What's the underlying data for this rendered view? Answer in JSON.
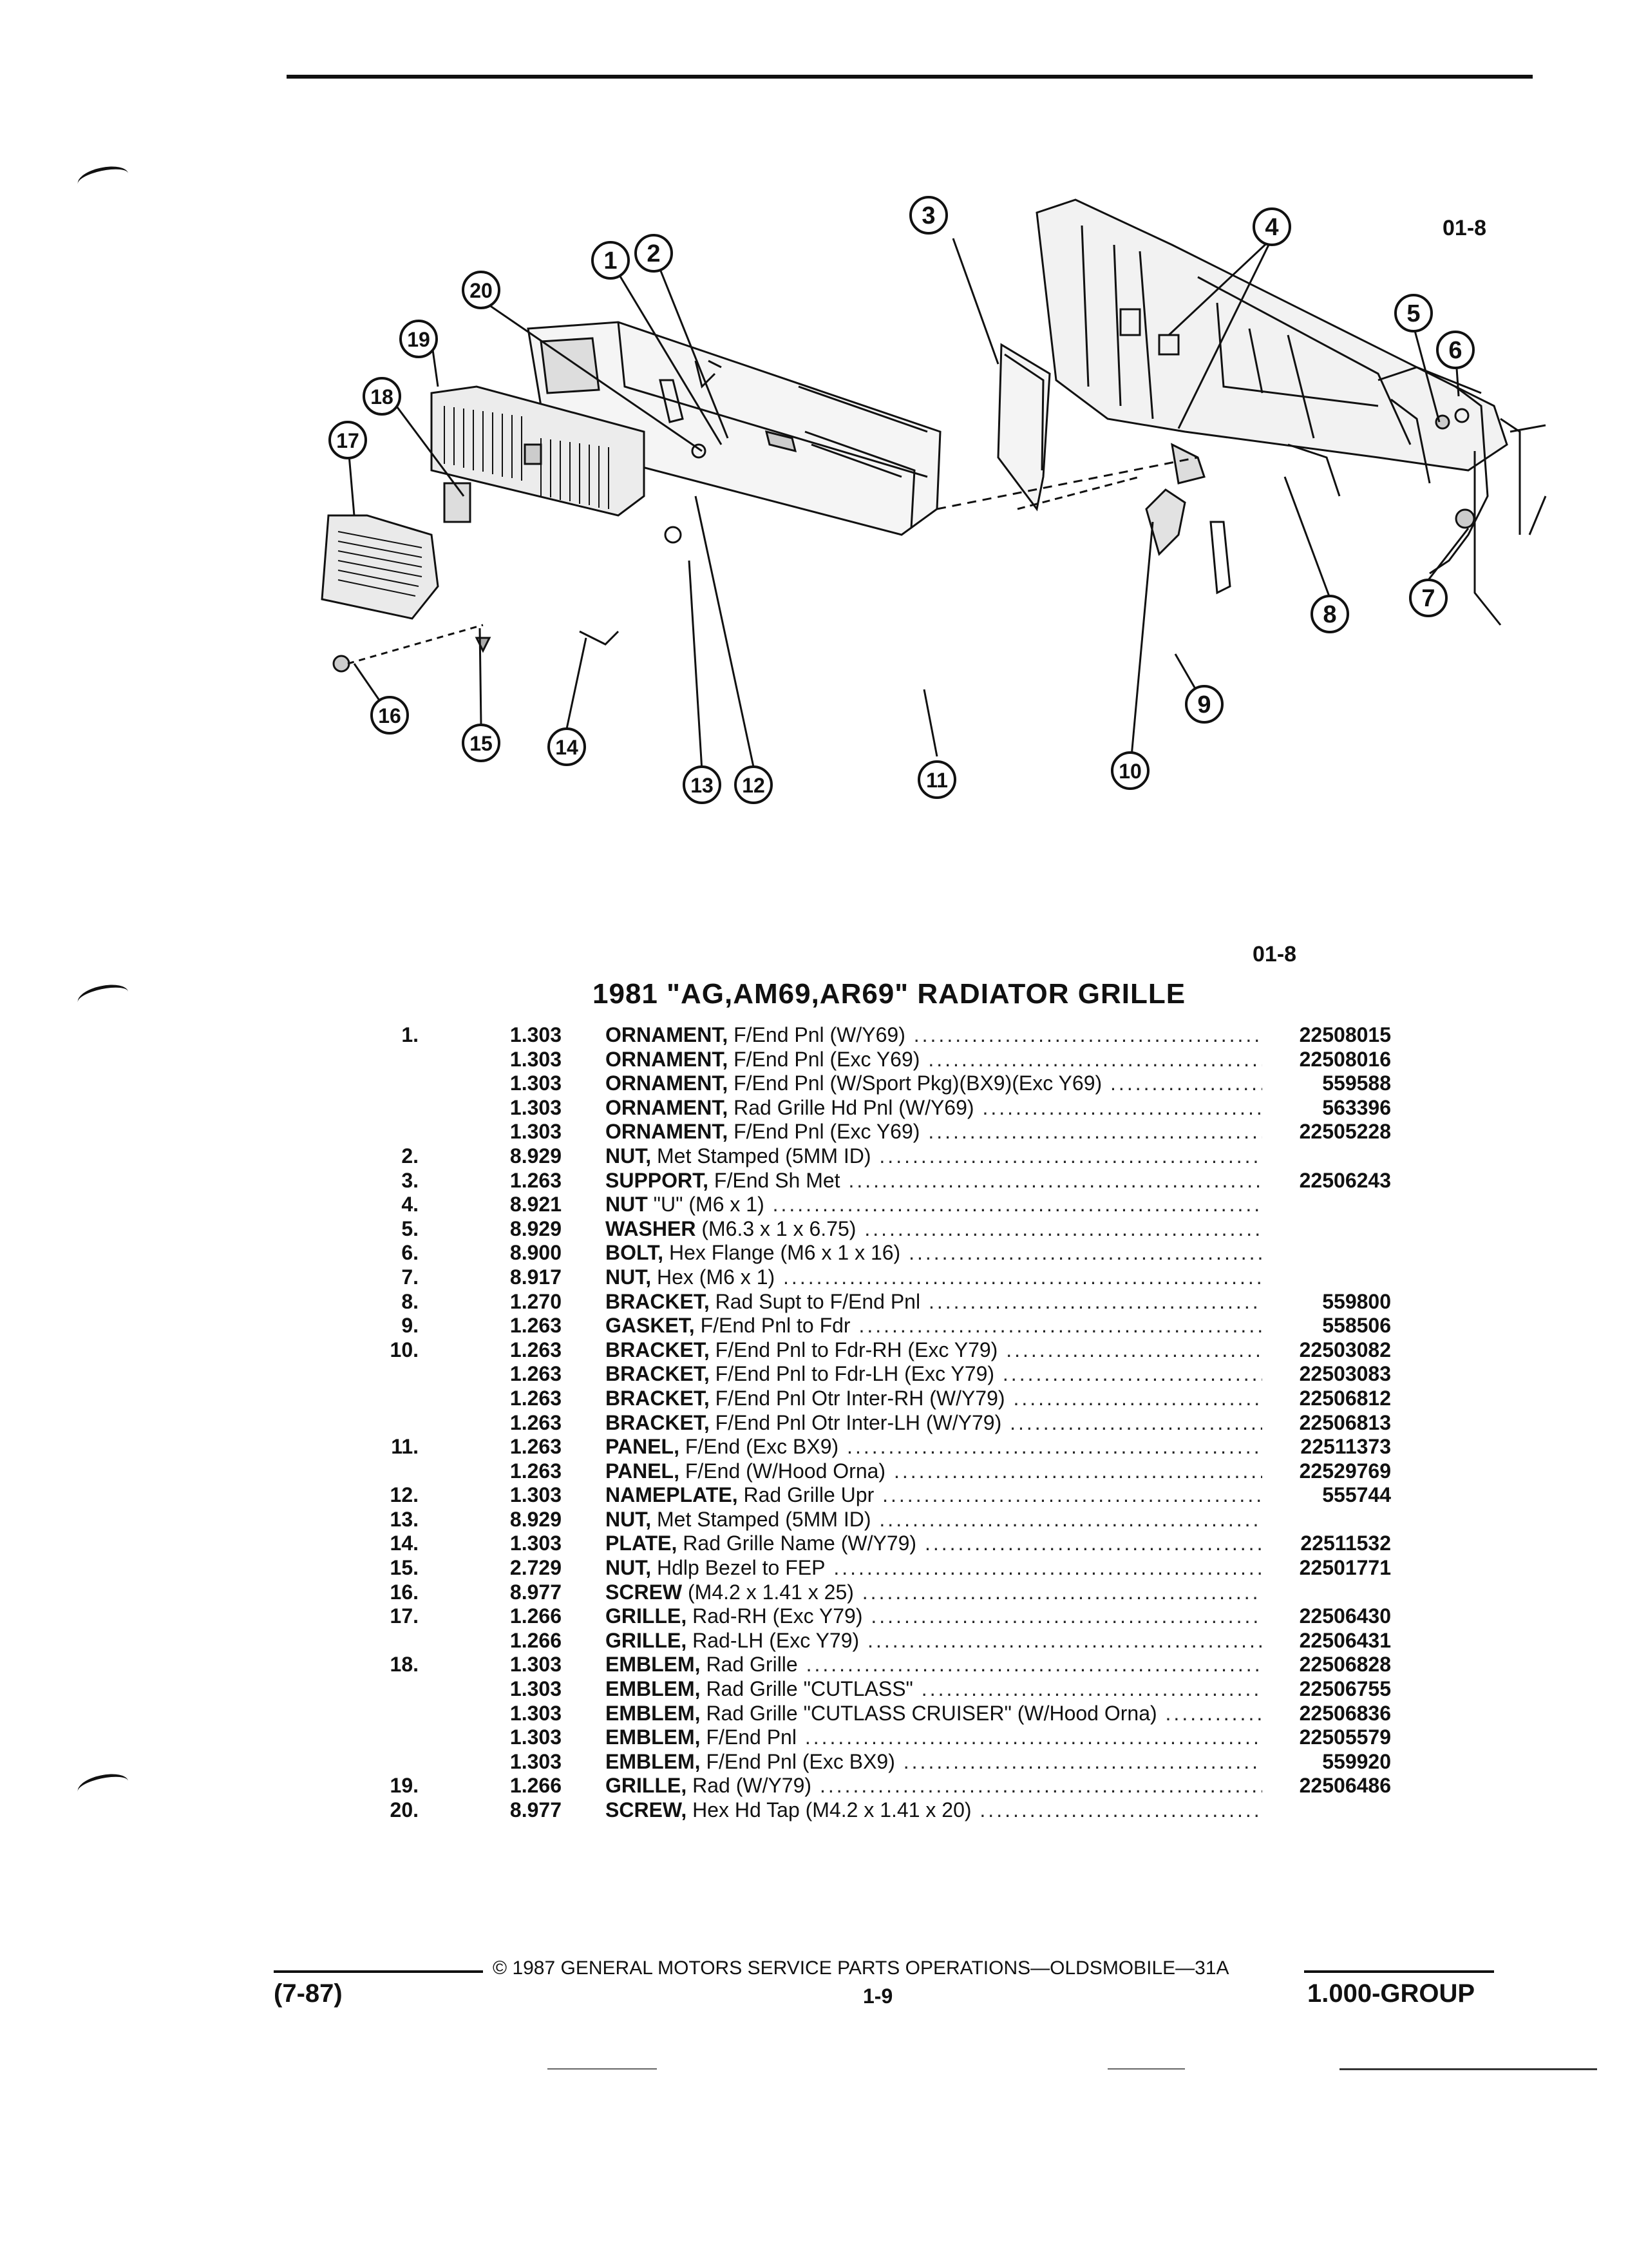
{
  "figure_code_top": "01-8",
  "figure_code_table": "01-8",
  "title": "1981 \"AG,AM69,AR69\" RADIATOR GRILLE",
  "callouts": [
    "1",
    "2",
    "3",
    "4",
    "5",
    "6",
    "7",
    "8",
    "9",
    "10",
    "11",
    "12",
    "13",
    "14",
    "15",
    "16",
    "17",
    "18",
    "19",
    "20"
  ],
  "parts": [
    {
      "ref": "1.",
      "group": "1.303",
      "name": "ORNAMENT,",
      "desc": " F/End Pnl (W/Y69)",
      "part": "22508015"
    },
    {
      "ref": "",
      "group": "1.303",
      "name": "ORNAMENT,",
      "desc": " F/End Pnl (Exc Y69)",
      "part": "22508016"
    },
    {
      "ref": "",
      "group": "1.303",
      "name": "ORNAMENT,",
      "desc": " F/End Pnl (W/Sport Pkg)(BX9)(Exc Y69)",
      "part": "559588"
    },
    {
      "ref": "",
      "group": "1.303",
      "name": "ORNAMENT,",
      "desc": " Rad Grille Hd Pnl (W/Y69)",
      "part": "563396"
    },
    {
      "ref": "",
      "group": "1.303",
      "name": "ORNAMENT,",
      "desc": " F/End Pnl (Exc Y69)",
      "part": "22505228"
    },
    {
      "ref": "2.",
      "group": "8.929",
      "name": "NUT,",
      "desc": " Met Stamped (5MM ID)",
      "part": ""
    },
    {
      "ref": "3.",
      "group": "1.263",
      "name": "SUPPORT,",
      "desc": " F/End Sh Met",
      "part": "22506243"
    },
    {
      "ref": "4.",
      "group": "8.921",
      "name": "NUT",
      "desc": " \"U\" (M6 x 1)",
      "part": ""
    },
    {
      "ref": "5.",
      "group": "8.929",
      "name": "WASHER",
      "desc": " (M6.3 x 1 x 6.75)",
      "part": ""
    },
    {
      "ref": "6.",
      "group": "8.900",
      "name": "BOLT,",
      "desc": " Hex Flange (M6 x 1 x 16)",
      "part": ""
    },
    {
      "ref": "7.",
      "group": "8.917",
      "name": "NUT,",
      "desc": " Hex (M6 x 1)",
      "part": ""
    },
    {
      "ref": "8.",
      "group": "1.270",
      "name": "BRACKET,",
      "desc": " Rad Supt to F/End Pnl",
      "part": "559800"
    },
    {
      "ref": "9.",
      "group": "1.263",
      "name": "GASKET,",
      "desc": " F/End Pnl to Fdr",
      "part": "558506"
    },
    {
      "ref": "10.",
      "group": "1.263",
      "name": "BRACKET,",
      "desc": " F/End Pnl to Fdr-RH (Exc Y79)",
      "part": "22503082"
    },
    {
      "ref": "",
      "group": "1.263",
      "name": "BRACKET,",
      "desc": " F/End Pnl to Fdr-LH (Exc Y79)",
      "part": "22503083"
    },
    {
      "ref": "",
      "group": "1.263",
      "name": "BRACKET,",
      "desc": " F/End Pnl Otr Inter-RH (W/Y79)",
      "part": "22506812"
    },
    {
      "ref": "",
      "group": "1.263",
      "name": "BRACKET,",
      "desc": " F/End Pnl Otr Inter-LH (W/Y79)",
      "part": "22506813"
    },
    {
      "ref": "11.",
      "group": "1.263",
      "name": "PANEL,",
      "desc": " F/End (Exc BX9)",
      "part": "22511373"
    },
    {
      "ref": "",
      "group": "1.263",
      "name": "PANEL,",
      "desc": " F/End (W/Hood Orna)",
      "part": "22529769"
    },
    {
      "ref": "12.",
      "group": "1.303",
      "name": "NAMEPLATE,",
      "desc": " Rad Grille Upr",
      "part": "555744"
    },
    {
      "ref": "13.",
      "group": "8.929",
      "name": "NUT,",
      "desc": " Met Stamped (5MM ID)",
      "part": ""
    },
    {
      "ref": "14.",
      "group": "1.303",
      "name": "PLATE,",
      "desc": " Rad Grille Name (W/Y79)",
      "part": "22511532"
    },
    {
      "ref": "15.",
      "group": "2.729",
      "name": "NUT,",
      "desc": " Hdlp Bezel to FEP",
      "part": "22501771"
    },
    {
      "ref": "16.",
      "group": "8.977",
      "name": "SCREW",
      "desc": " (M4.2 x 1.41 x 25)",
      "part": ""
    },
    {
      "ref": "17.",
      "group": "1.266",
      "name": "GRILLE,",
      "desc": " Rad-RH (Exc Y79)",
      "part": "22506430"
    },
    {
      "ref": "",
      "group": "1.266",
      "name": "GRILLE,",
      "desc": " Rad-LH (Exc Y79)",
      "part": "22506431"
    },
    {
      "ref": "18.",
      "group": "1.303",
      "name": "EMBLEM,",
      "desc": " Rad Grille",
      "part": "22506828"
    },
    {
      "ref": "",
      "group": "1.303",
      "name": "EMBLEM,",
      "desc": " Rad Grille \"CUTLASS\"",
      "part": "22506755"
    },
    {
      "ref": "",
      "group": "1.303",
      "name": "EMBLEM,",
      "desc": " Rad Grille \"CUTLASS CRUISER\" (W/Hood Orna)",
      "part": "22506836"
    },
    {
      "ref": "",
      "group": "1.303",
      "name": "EMBLEM,",
      "desc": " F/End Pnl",
      "part": "22505579"
    },
    {
      "ref": "",
      "group": "1.303",
      "name": "EMBLEM,",
      "desc": " F/End Pnl (Exc BX9)",
      "part": "559920"
    },
    {
      "ref": "19.",
      "group": "1.266",
      "name": "GRILLE,",
      "desc": " Rad (W/Y79)",
      "part": "22506486"
    },
    {
      "ref": "20.",
      "group": "8.977",
      "name": "SCREW,",
      "desc": " Hex Hd Tap (M4.2 x 1.41 x 20)",
      "part": ""
    }
  ],
  "footer": {
    "copyright": "© 1987 GENERAL MOTORS SERVICE PARTS OPERATIONS—OLDSMOBILE—31A",
    "date_code": "(7-87)",
    "page": "1-9",
    "group": "1.000-GROUP"
  }
}
